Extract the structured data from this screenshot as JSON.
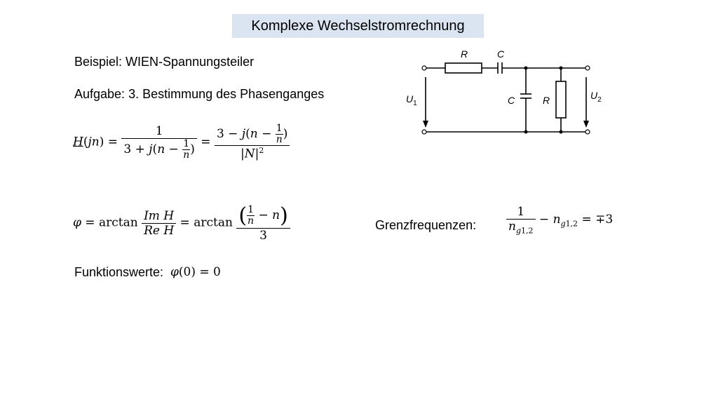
{
  "title": "Komplexe Wechselstromrechnung",
  "example": "Beispiel: WIEN-Spannungsteiler",
  "task": "Aufgabe: 3. Bestimmung des Phasenganges",
  "functionvalues_label": "Funktionswerte:",
  "limit_label": "Grenzfrequenzen:",
  "circuit": {
    "r_top": "R",
    "c_top": "C",
    "c_mid": "C",
    "r_mid": "R",
    "u1": "U",
    "u1_sub": "1",
    "u2": "U",
    "u2_sub": "2"
  }
}
